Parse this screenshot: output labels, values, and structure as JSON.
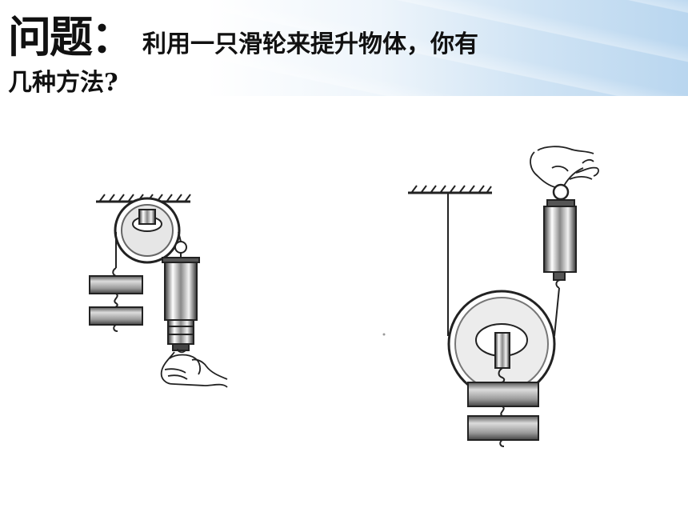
{
  "slide": {
    "question_label": "问题：",
    "question_text_line1": "利用一只滑轮来提升物体，你有",
    "question_text_line2": "几种方法?"
  },
  "colors": {
    "header_gradient_end": "#b9d6ef",
    "ink": "#222222"
  }
}
